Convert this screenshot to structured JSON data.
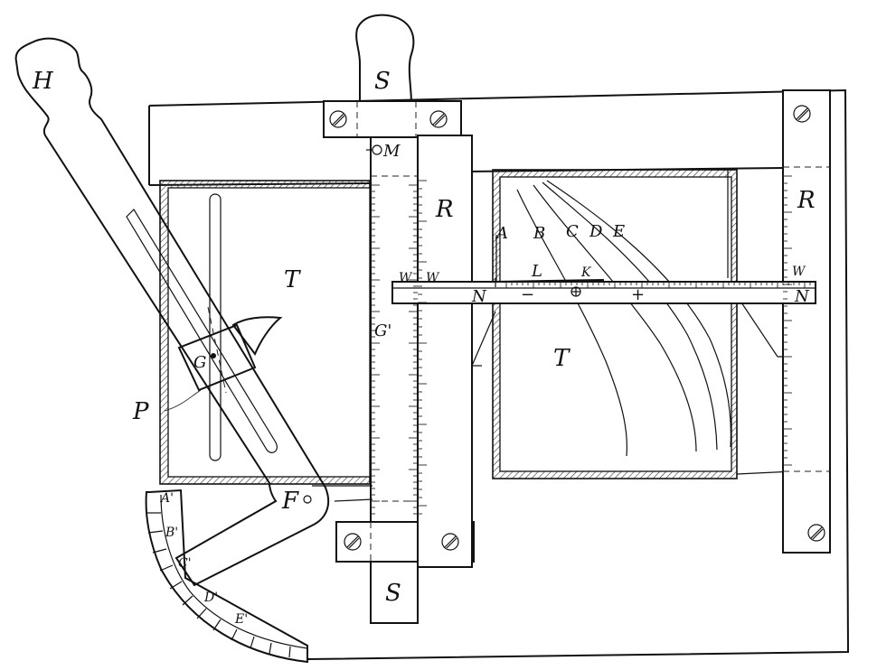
{
  "labels": {
    "H": "H",
    "S_top": "S",
    "S_bottom": "S",
    "M": "M",
    "R_left": "R",
    "R_right": "R",
    "T_left": "T",
    "T_right": "T",
    "A": "A",
    "B": "B",
    "C": "C",
    "D": "D",
    "E": "E",
    "L": "L",
    "K": "K",
    "W1": "W",
    "W2": "W",
    "W3": "W",
    "N_left": "N",
    "N_right": "N",
    "minus": "−",
    "plus": "+",
    "G_prime": "G'",
    "G": "G",
    "P": "P",
    "F": "F",
    "A_prime": "A'",
    "B_prime": "B'",
    "C_prime": "C'",
    "D_prime": "D'",
    "E_prime": "E'"
  }
}
